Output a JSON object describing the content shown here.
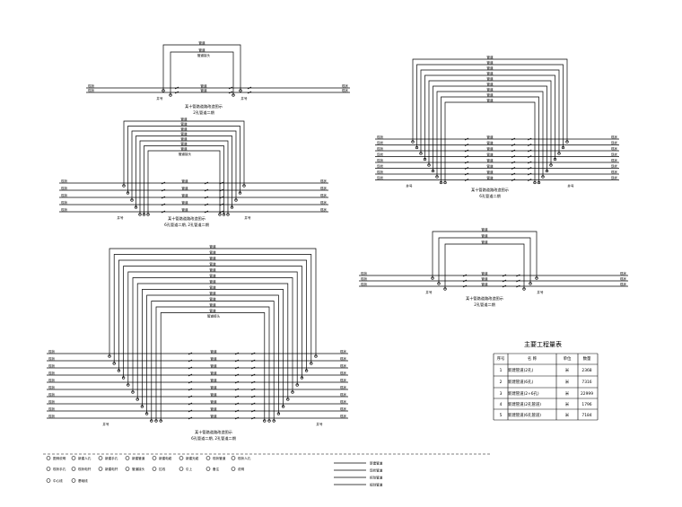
{
  "diagrams": {
    "d1": {
      "caption_lines": [
        "某十管路道路改造图示",
        "2孔管道二期"
      ],
      "top_label": "管道接头",
      "left_labels": [
        "现状",
        "现状"
      ],
      "right_labels": [
        "现状",
        "现状"
      ],
      "center_labels": [
        "管道",
        "管道"
      ],
      "node_labels": [
        "井号",
        "井号"
      ],
      "loop_labels": [
        "管道"
      ]
    },
    "d2": {
      "caption_lines": [
        "某十管路道路改造图示",
        "6孔管道二期, 2孔管道二期"
      ]
    },
    "d3": {
      "caption_lines": [
        "某十管路道路改造图示",
        "6孔管道二期"
      ]
    },
    "d4": {
      "caption_lines": [
        "某十管路道路改造图示",
        "2孔管道二期"
      ]
    },
    "d5": {
      "caption_lines": [
        "某十管路道路改造图示",
        "6孔管道二期, 2孔管道二期"
      ]
    }
  },
  "table": {
    "title": "主要工程量表",
    "headers": [
      "序号",
      "名 称",
      "单位",
      "数量"
    ],
    "rows": [
      [
        "1",
        "新建管道(2孔)",
        "米",
        "2368"
      ],
      [
        "2",
        "新建管道(6孔)",
        "米",
        "7316"
      ],
      [
        "3",
        "新建管道(2+6孔)",
        "米",
        "22999"
      ],
      [
        "4",
        "新建管道(2孔管道)",
        "米",
        "1796"
      ],
      [
        "5",
        "新建管道(6孔管道)",
        "米",
        "7184"
      ]
    ]
  },
  "legend": {
    "items": [
      "图例说明",
      "新建人孔",
      "新建手孔",
      "新建管道",
      "新建电缆",
      "新建光缆",
      "现状管道",
      "现状人孔",
      "现状手孔",
      "现状电杆",
      "新建电杆",
      "管道接头",
      "拉线",
      "引上",
      "备注",
      "说明",
      "中心线",
      "基础线"
    ],
    "line_labels": [
      "新建管道",
      "现状管道",
      "拆除管道",
      "规划管道"
    ]
  }
}
